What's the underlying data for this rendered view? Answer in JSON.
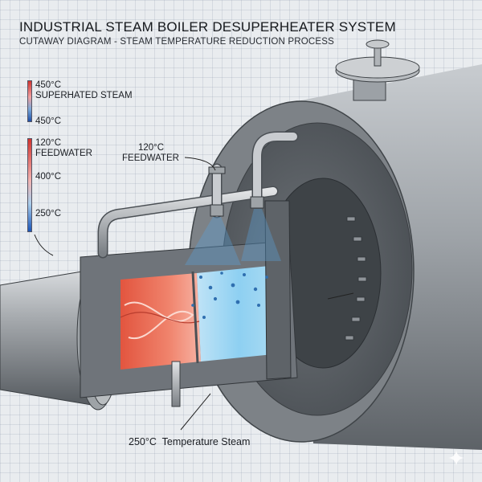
{
  "title": "INDUSTRIAL STEAM BOILER DESUPERHEATER SYSTEM",
  "subtitle": "CUTAWAY DIAGRAM - STEAM TEMPERATURE REDUCTION PROCESS",
  "legend": {
    "steam_top": "450°C",
    "steam_label": "SUPERHATED STEAM",
    "steam_bottom": "450°C",
    "feed_top": "120°C",
    "feed_label": "FEEDWATER",
    "feed_mid": "400°C",
    "feed_bottom": "250°C"
  },
  "callouts": {
    "feedwater_temp": "120°C",
    "feedwater_label": "FEEDWATER",
    "outlet_temp": "250°C",
    "outlet_label": "Temperature Steam"
  },
  "colors": {
    "hot_steam": "#e85a4a",
    "cool_steam": "#8fcdf0",
    "steel": "#8c9196",
    "spray": "#2f6fb0"
  },
  "icons": [
    "sparkle-icon"
  ]
}
